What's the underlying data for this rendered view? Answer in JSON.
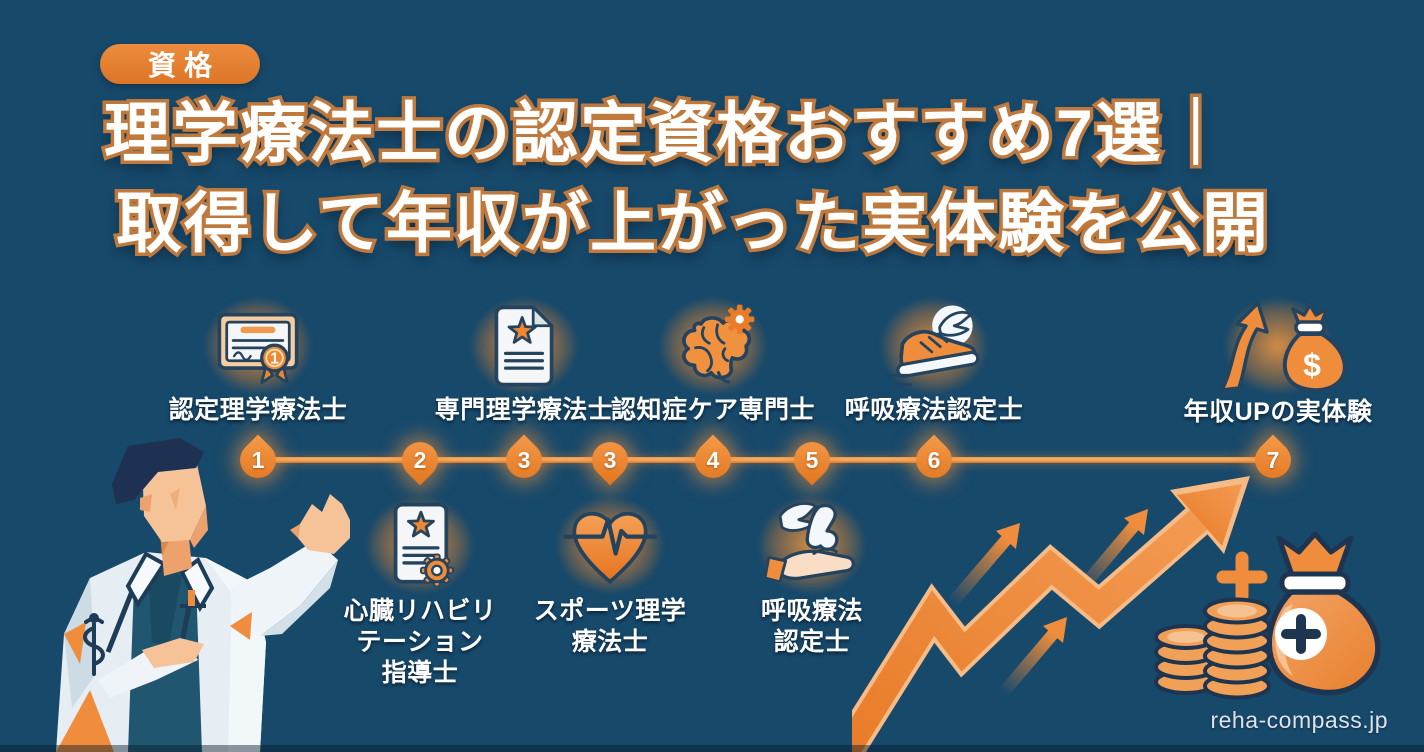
{
  "page": {
    "background_color": "#17496b",
    "accent_color": "#e8843a",
    "outline_color": "#24435e"
  },
  "badge": {
    "label": "資格"
  },
  "title": {
    "line1": "理学療法士の認定資格おすすめ7選｜",
    "line2": "取得して年収が上がった実体験を公開"
  },
  "timeline": {
    "markers": [
      {
        "number": "1",
        "points": "up"
      },
      {
        "number": "2",
        "points": "down"
      },
      {
        "number": "3",
        "points": "up"
      },
      {
        "number": "3",
        "points": "down"
      },
      {
        "number": "4",
        "points": "up"
      },
      {
        "number": "5",
        "points": "down"
      },
      {
        "number": "6",
        "points": "up"
      },
      {
        "number": "7",
        "points": "up"
      }
    ]
  },
  "top_items": [
    {
      "label": "認定理学療法士",
      "icon": "certificate-ribbon-icon"
    },
    {
      "label": "専門理学療法士",
      "icon": "document-star-icon"
    },
    {
      "label": "認知症ケア専門士",
      "icon": "brain-gear-icon"
    },
    {
      "label": "呼吸療法認定士",
      "icon": "winged-shoe-icon"
    },
    {
      "label": "年収UPの実体験",
      "icon": "arrow-moneybag-icon"
    }
  ],
  "bottom_items": [
    {
      "lines": [
        "心臓リハビリ",
        "テーション",
        "指導士"
      ],
      "icon": "document-gear-icon"
    },
    {
      "lines": [
        "スポーツ理学",
        "療法士"
      ],
      "icon": "heart-pulse-icon"
    },
    {
      "lines": [
        "呼吸療法",
        "認定士"
      ],
      "icon": "hand-foot-icon"
    }
  ],
  "illustrations": {
    "left": "doctor-presenting-illustration",
    "right": "growth-arrows-coins-moneybag-illustration"
  },
  "footer": {
    "watermark": "reha-compass.jp"
  }
}
